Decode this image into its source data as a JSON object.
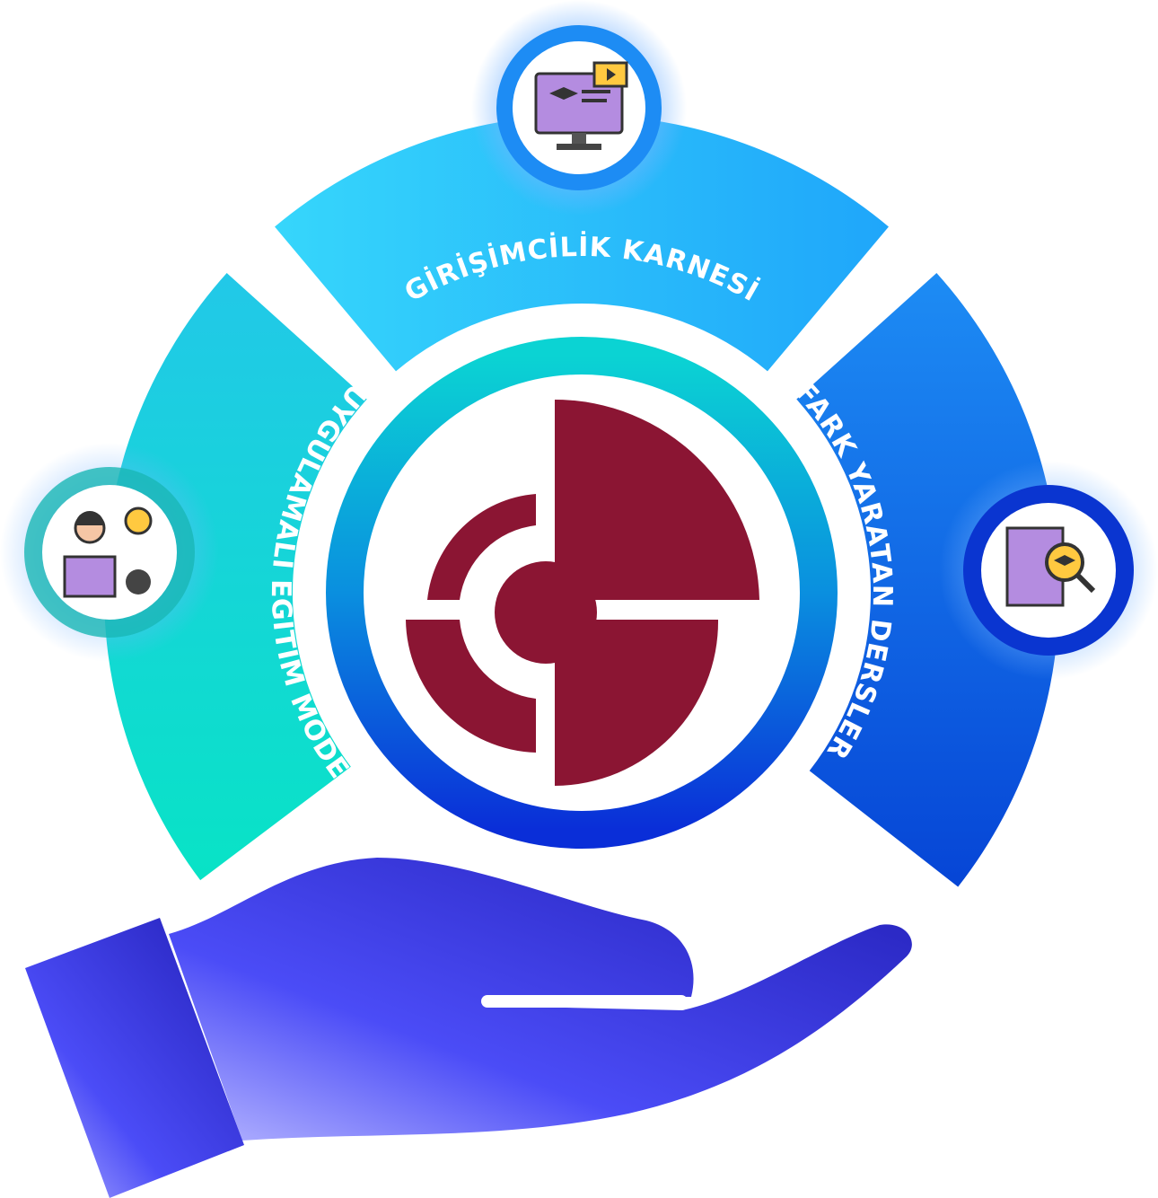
{
  "segments": [
    {
      "label": "GİRİŞİMCİLİK KARNESİ",
      "icon": "online-education-monitor-icon"
    },
    {
      "label": "UYGULAMALI EĞİTİM MODELİ",
      "icon": "student-reading-idea-icon"
    },
    {
      "label": "FARK YARATAN DERSLER",
      "icon": "book-search-icon"
    }
  ],
  "colors": {
    "logo": "#8B1533",
    "top_segment": "#2EC8FA",
    "left_segment": "#12D9C9",
    "right_segment": "#1A63E6",
    "hand": "#4A4CF5"
  }
}
